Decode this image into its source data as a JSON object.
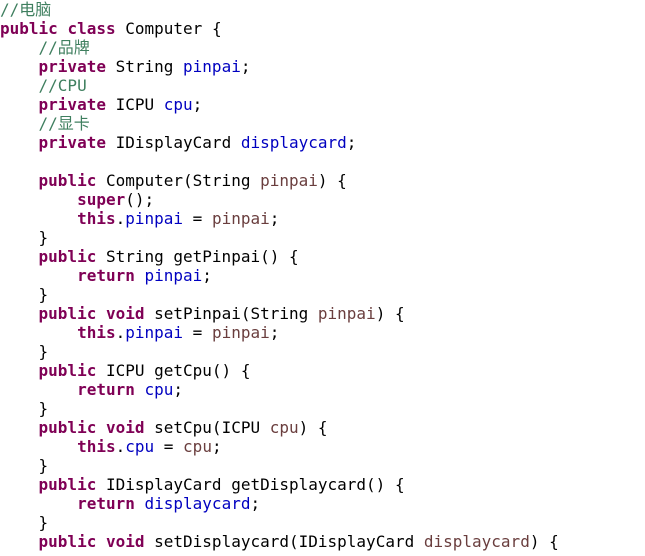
{
  "editor": {
    "lines": [
      [
        {
          "t": "//电脑",
          "c": "cm"
        }
      ],
      [
        {
          "t": "public",
          "c": "kw"
        },
        {
          "t": " "
        },
        {
          "t": "class",
          "c": "kw"
        },
        {
          "t": " Computer {"
        }
      ],
      [
        {
          "t": "    "
        },
        {
          "t": "//品牌",
          "c": "cm"
        }
      ],
      [
        {
          "t": "    "
        },
        {
          "t": "private",
          "c": "kw"
        },
        {
          "t": " String "
        },
        {
          "t": "pinpai",
          "c": "fd"
        },
        {
          "t": ";"
        }
      ],
      [
        {
          "t": "    "
        },
        {
          "t": "//CPU",
          "c": "cm"
        }
      ],
      [
        {
          "t": "    "
        },
        {
          "t": "private",
          "c": "kw"
        },
        {
          "t": " ICPU "
        },
        {
          "t": "cpu",
          "c": "fd"
        },
        {
          "t": ";"
        }
      ],
      [
        {
          "t": "    "
        },
        {
          "t": "//显卡",
          "c": "cm"
        }
      ],
      [
        {
          "t": "    "
        },
        {
          "t": "private",
          "c": "kw"
        },
        {
          "t": " IDisplayCard "
        },
        {
          "t": "displaycard",
          "c": "fd"
        },
        {
          "t": ";"
        }
      ],
      [
        {
          "t": ""
        }
      ],
      [
        {
          "t": "    "
        },
        {
          "t": "public",
          "c": "kw"
        },
        {
          "t": " Computer(String "
        },
        {
          "t": "pinpai",
          "c": "pa"
        },
        {
          "t": ") {"
        }
      ],
      [
        {
          "t": "        "
        },
        {
          "t": "super",
          "c": "kw"
        },
        {
          "t": "();"
        }
      ],
      [
        {
          "t": "        "
        },
        {
          "t": "this",
          "c": "kw"
        },
        {
          "t": "."
        },
        {
          "t": "pinpai",
          "c": "fd"
        },
        {
          "t": " = "
        },
        {
          "t": "pinpai",
          "c": "pa"
        },
        {
          "t": ";"
        }
      ],
      [
        {
          "t": "    }"
        }
      ],
      [
        {
          "t": "    "
        },
        {
          "t": "public",
          "c": "kw"
        },
        {
          "t": " String getPinpai() {"
        }
      ],
      [
        {
          "t": "        "
        },
        {
          "t": "return",
          "c": "kw"
        },
        {
          "t": " "
        },
        {
          "t": "pinpai",
          "c": "fd"
        },
        {
          "t": ";"
        }
      ],
      [
        {
          "t": "    }"
        }
      ],
      [
        {
          "t": "    "
        },
        {
          "t": "public",
          "c": "kw"
        },
        {
          "t": " "
        },
        {
          "t": "void",
          "c": "kw"
        },
        {
          "t": " setPinpai(String "
        },
        {
          "t": "pinpai",
          "c": "pa"
        },
        {
          "t": ") {"
        }
      ],
      [
        {
          "t": "        "
        },
        {
          "t": "this",
          "c": "kw"
        },
        {
          "t": "."
        },
        {
          "t": "pinpai",
          "c": "fd"
        },
        {
          "t": " = "
        },
        {
          "t": "pinpai",
          "c": "pa"
        },
        {
          "t": ";"
        }
      ],
      [
        {
          "t": "    }"
        }
      ],
      [
        {
          "t": "    "
        },
        {
          "t": "public",
          "c": "kw"
        },
        {
          "t": " ICPU getCpu() {"
        }
      ],
      [
        {
          "t": "        "
        },
        {
          "t": "return",
          "c": "kw"
        },
        {
          "t": " "
        },
        {
          "t": "cpu",
          "c": "fd"
        },
        {
          "t": ";"
        }
      ],
      [
        {
          "t": "    }"
        }
      ],
      [
        {
          "t": "    "
        },
        {
          "t": "public",
          "c": "kw"
        },
        {
          "t": " "
        },
        {
          "t": "void",
          "c": "kw"
        },
        {
          "t": " setCpu(ICPU "
        },
        {
          "t": "cpu",
          "c": "pa"
        },
        {
          "t": ") {"
        }
      ],
      [
        {
          "t": "        "
        },
        {
          "t": "this",
          "c": "kw"
        },
        {
          "t": "."
        },
        {
          "t": "cpu",
          "c": "fd"
        },
        {
          "t": " = "
        },
        {
          "t": "cpu",
          "c": "pa"
        },
        {
          "t": ";"
        }
      ],
      [
        {
          "t": "    }"
        }
      ],
      [
        {
          "t": "    "
        },
        {
          "t": "public",
          "c": "kw"
        },
        {
          "t": " IDisplayCard getDisplaycard() {"
        }
      ],
      [
        {
          "t": "        "
        },
        {
          "t": "return",
          "c": "kw"
        },
        {
          "t": " "
        },
        {
          "t": "displaycard",
          "c": "fd"
        },
        {
          "t": ";"
        }
      ],
      [
        {
          "t": "    }"
        }
      ],
      [
        {
          "t": "    "
        },
        {
          "t": "public",
          "c": "kw"
        },
        {
          "t": " "
        },
        {
          "t": "void",
          "c": "kw"
        },
        {
          "t": " setDisplaycard(IDisplayCard "
        },
        {
          "t": "displaycard",
          "c": "pa"
        },
        {
          "t": ") {"
        }
      ]
    ]
  },
  "colors": {
    "keyword": "#7f0055",
    "comment": "#3f7f5f",
    "field": "#0000c0",
    "parameter": "#6a3e3e",
    "background": "#ffffff"
  }
}
